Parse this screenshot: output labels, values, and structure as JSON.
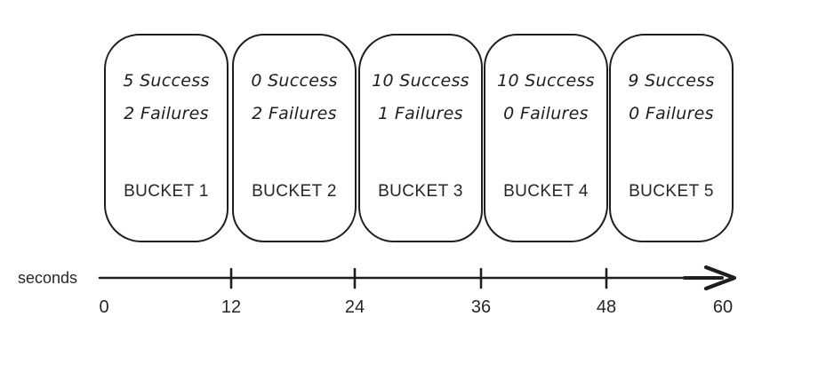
{
  "colors": {
    "background": "#ffffff",
    "ink": "#1e1e1e",
    "text": "#262626"
  },
  "buckets": [
    {
      "name": "BUCKET 1",
      "success": "5 Success",
      "failures": "2 Failures"
    },
    {
      "name": "BUCKET 2",
      "success": "0 Success",
      "failures": "2 Failures"
    },
    {
      "name": "BUCKET 3",
      "success": "10 Success",
      "failures": "1 Failures"
    },
    {
      "name": "BUCKET 4",
      "success": "10 Success",
      "failures": "0 Failures"
    },
    {
      "name": "BUCKET 5",
      "success": "9 Success",
      "failures": "0 Failures"
    }
  ],
  "axis": {
    "label": "seconds",
    "tick_labels": [
      "0",
      "12",
      "24",
      "36",
      "48",
      "60"
    ]
  }
}
